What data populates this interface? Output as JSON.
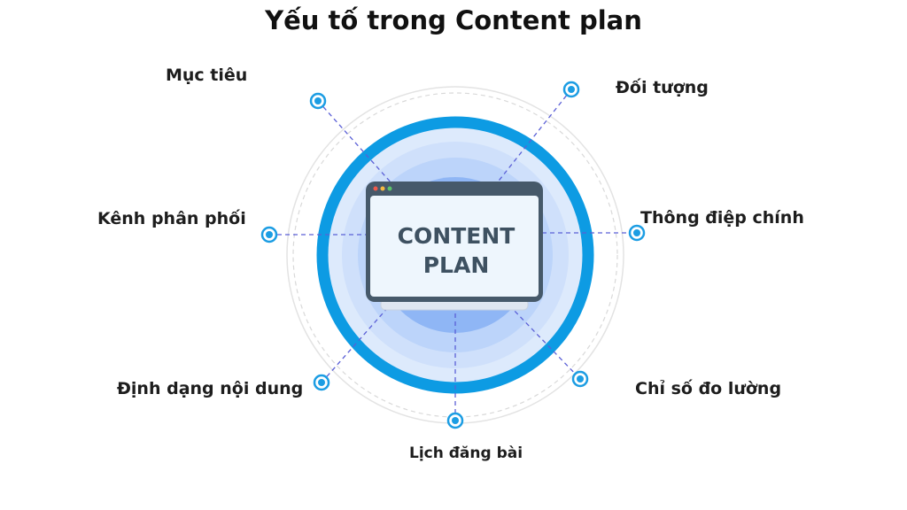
{
  "title": "Yếu tố trong Content plan",
  "center": {
    "line1": "CONTENT",
    "line2": "PLAN"
  },
  "elements": [
    {
      "label": "Mục tiêu"
    },
    {
      "label": "Đối tượng"
    },
    {
      "label": "Kênh phân phối"
    },
    {
      "label": "Thông điệp chính"
    },
    {
      "label": "Định dạng nội dung"
    },
    {
      "label": "Chỉ số đo lường"
    },
    {
      "label": "Lịch đăng bài"
    }
  ],
  "colors": {
    "ring": "#0d9be3",
    "dot": "#1c9de3",
    "dash": "#5a5fd6",
    "window_frame": "#46596a",
    "window_body": "#eef6fd",
    "inner_circle": "#8fb6f5"
  }
}
